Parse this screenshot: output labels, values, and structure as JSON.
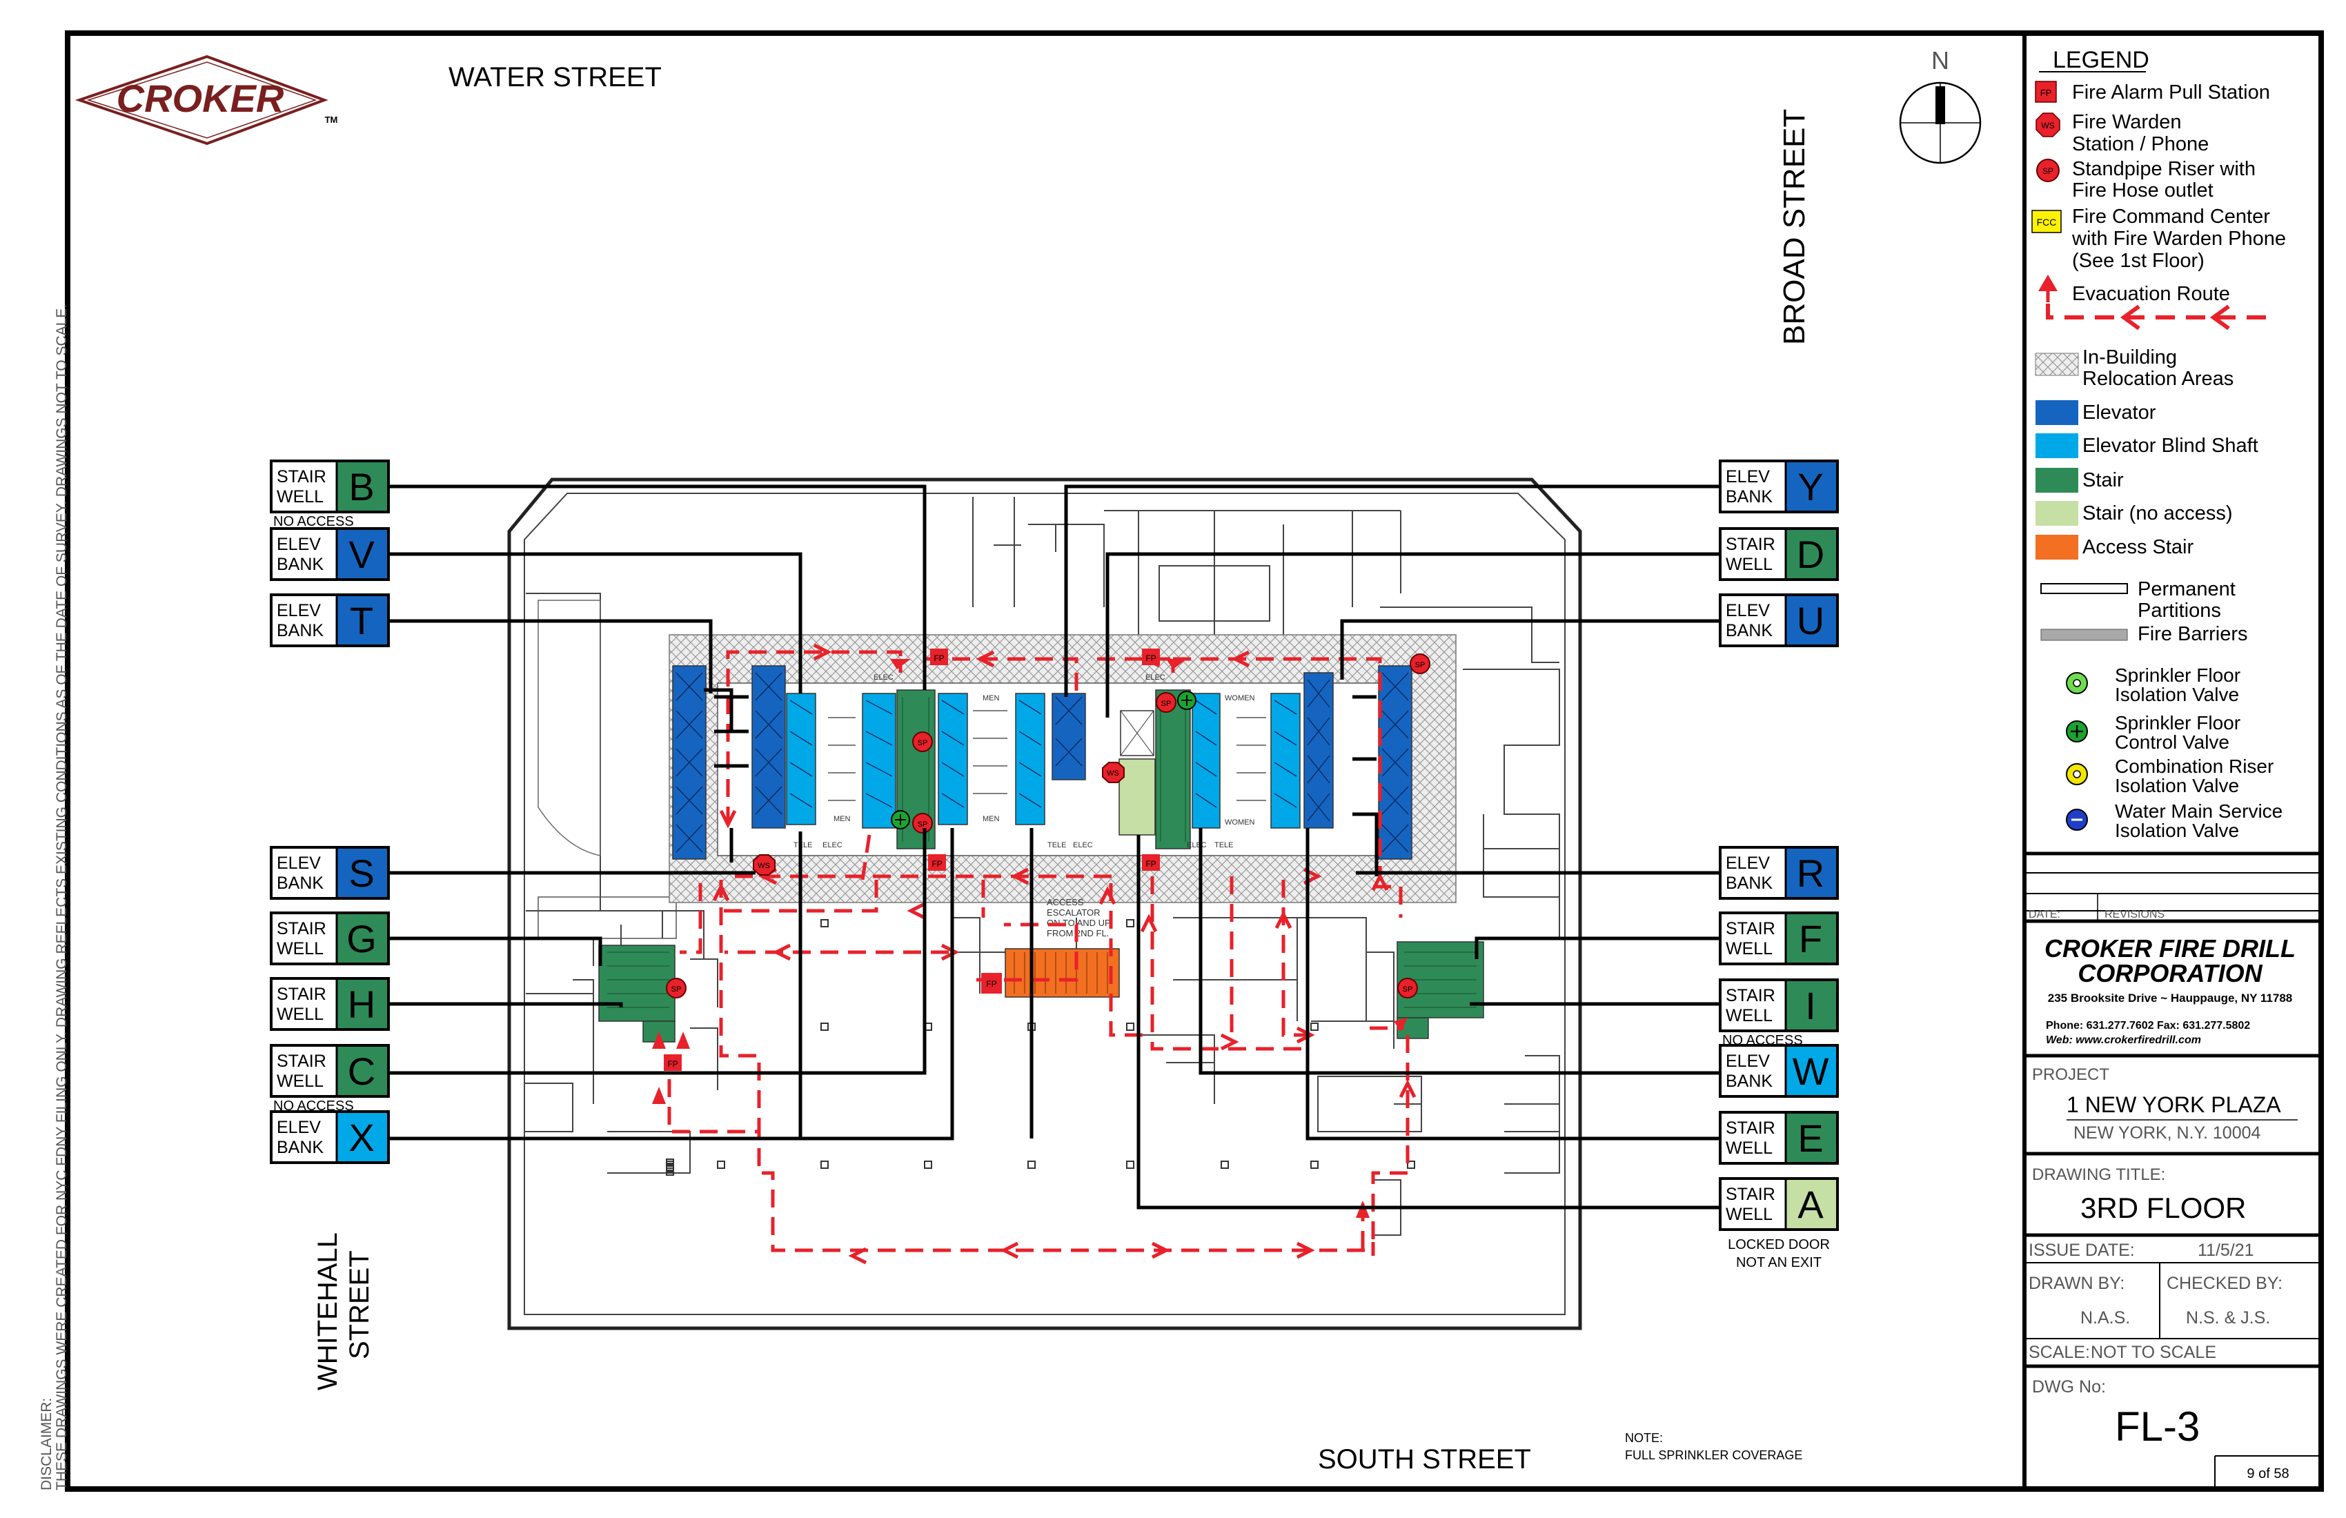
{
  "logo": {
    "name": "CROKER",
    "tm": "TM"
  },
  "streets": {
    "north": "WATER STREET",
    "east": "BROAD STREET",
    "south": "SOUTH STREET",
    "west_line1": "WHITEHALL",
    "west_line2": "STREET"
  },
  "compass": {
    "label": "N"
  },
  "disclaimer": {
    "line1": "DISCLAIMER:",
    "line2": "THESE DRAWINGS WERE CREATED FOR NYC FDNY FILING ONLY. DRAWING REFLECTS EXISTING CONDITIONS AS OF THE DATE OF SURVEY. DRAWINGS NOT TO SCALE."
  },
  "note": {
    "title": "NOTE:",
    "text": "FULL SPRINKLER COVERAGE"
  },
  "access_escalator": [
    "ACCESS",
    "ESCALATOR",
    "ON TO AND UP",
    "FROM 2ND FL."
  ],
  "room_labels": {
    "men": "MEN",
    "women": "WOMEN",
    "elec": "ELEC",
    "tele": "TELE"
  },
  "symbol_codes": {
    "fp": "FP",
    "sp": "SP",
    "ws": "WS",
    "fcc": "FCC"
  },
  "colors": {
    "elevator": "#1565C0",
    "elevator_blind_shaft": "#00A8E8",
    "stair": "#2E8B57",
    "stair_no_access": "#C5DFA5",
    "access_stair": "#F36F21",
    "evacuation": "#E8212A",
    "logo_red": "#7A1F1F"
  },
  "left_tags": [
    {
      "type": [
        "STAIR",
        "WELL"
      ],
      "letter": "B",
      "color": "#2E8B57",
      "note": "NO ACCESS"
    },
    {
      "type": [
        "ELEV",
        "BANK"
      ],
      "letter": "V",
      "color": "#1565C0",
      "note": ""
    },
    {
      "type": [
        "ELEV",
        "BANK"
      ],
      "letter": "T",
      "color": "#1565C0",
      "note": ""
    },
    {
      "type": [
        "ELEV",
        "BANK"
      ],
      "letter": "S",
      "color": "#1565C0",
      "note": ""
    },
    {
      "type": [
        "STAIR",
        "WELL"
      ],
      "letter": "G",
      "color": "#2E8B57",
      "note": ""
    },
    {
      "type": [
        "STAIR",
        "WELL"
      ],
      "letter": "H",
      "color": "#2E8B57",
      "note": ""
    },
    {
      "type": [
        "STAIR",
        "WELL"
      ],
      "letter": "C",
      "color": "#2E8B57",
      "note": "NO ACCESS"
    },
    {
      "type": [
        "ELEV",
        "BANK"
      ],
      "letter": "X",
      "color": "#00A8E8",
      "note": ""
    }
  ],
  "right_tags": [
    {
      "type": [
        "ELEV",
        "BANK"
      ],
      "letter": "Y",
      "color": "#1565C0",
      "note": ""
    },
    {
      "type": [
        "STAIR",
        "WELL"
      ],
      "letter": "D",
      "color": "#2E8B57",
      "note": ""
    },
    {
      "type": [
        "ELEV",
        "BANK"
      ],
      "letter": "U",
      "color": "#1565C0",
      "note": ""
    },
    {
      "type": [
        "ELEV",
        "BANK"
      ],
      "letter": "R",
      "color": "#1565C0",
      "note": ""
    },
    {
      "type": [
        "STAIR",
        "WELL"
      ],
      "letter": "F",
      "color": "#2E8B57",
      "note": ""
    },
    {
      "type": [
        "STAIR",
        "WELL"
      ],
      "letter": "I",
      "color": "#2E8B57",
      "note": "NO ACCESS"
    },
    {
      "type": [
        "ELEV",
        "BANK"
      ],
      "letter": "W",
      "color": "#00A8E8",
      "note": ""
    },
    {
      "type": [
        "STAIR",
        "WELL"
      ],
      "letter": "E",
      "color": "#2E8B57",
      "note": ""
    },
    {
      "type": [
        "STAIR",
        "WELL"
      ],
      "letter": "A",
      "color": "#C5DFA5",
      "note": "LOCKED DOOR|NOT AN EXIT"
    }
  ],
  "legend": {
    "title": "LEGEND",
    "fire_alarm": "Fire Alarm Pull Station",
    "fire_warden": [
      "Fire Warden",
      "Station / Phone"
    ],
    "standpipe": [
      "Standpipe Riser with",
      "Fire Hose outlet"
    ],
    "fcc": [
      "Fire Command Center",
      "with Fire Warden Phone",
      "(See 1st Floor)"
    ],
    "evac": "Evacuation  Route",
    "relocation": [
      "In-Building",
      "Relocation Areas"
    ],
    "elevator": "Elevator",
    "blind_shaft": "Elevator Blind Shaft",
    "stair": "Stair",
    "stair_no_access": "Stair (no access)",
    "access_stair": "Access Stair",
    "partitions": [
      "Permanent",
      "Partitions"
    ],
    "barriers": "Fire Barriers",
    "sprinkler_isolation": [
      "Sprinkler Floor",
      "Isolation Valve"
    ],
    "sprinkler_control": [
      "Sprinkler Floor",
      "Control Valve"
    ],
    "combination": [
      "Combination Riser",
      "Isolation Valve"
    ],
    "water_main": [
      "Water Main Service",
      "Isolation Valve"
    ]
  },
  "title_block": {
    "date_label": "DATE:",
    "revisions_label": "REVISIONS",
    "company_line1": "CROKER FIRE DRILL",
    "company_line2": "CORPORATION",
    "address": "235 Brooksite Drive ~ Hauppauge, NY 11788",
    "phone": "Phone: 631.277.7602  Fax: 631.277.5802",
    "web": "Web: www.crokerfiredrill.com",
    "project_label": "PROJECT",
    "project_name": "1 NEW YORK PLAZA",
    "project_city": "NEW YORK, N.Y. 10004",
    "drawing_title_label": "DRAWING TITLE:",
    "drawing_title": "3RD FLOOR",
    "issue_date_label": "ISSUE DATE:",
    "issue_date": "11/5/21",
    "drawn_by_label": "DRAWN BY:",
    "drawn_by": "N.A.S.",
    "checked_by_label": "CHECKED BY:",
    "checked_by": "N.S. & J.S.",
    "scale_label": "SCALE:",
    "scale": "NOT TO SCALE",
    "dwg_no_label": "DWG No:",
    "dwg_no": "FL-3",
    "sheet": "9 of 58"
  }
}
